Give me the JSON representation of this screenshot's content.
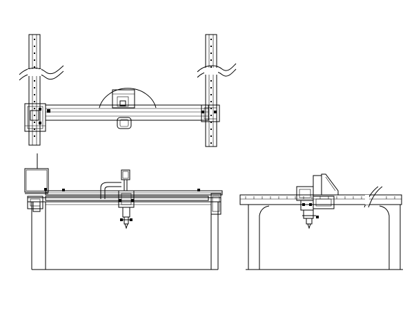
{
  "drawing": {
    "background": "#ffffff",
    "line_color": "#000000",
    "views": [
      {
        "id": "top",
        "kind": "plan-view"
      },
      {
        "id": "front",
        "kind": "front-elevation"
      },
      {
        "id": "side",
        "kind": "side-elevation"
      }
    ]
  }
}
